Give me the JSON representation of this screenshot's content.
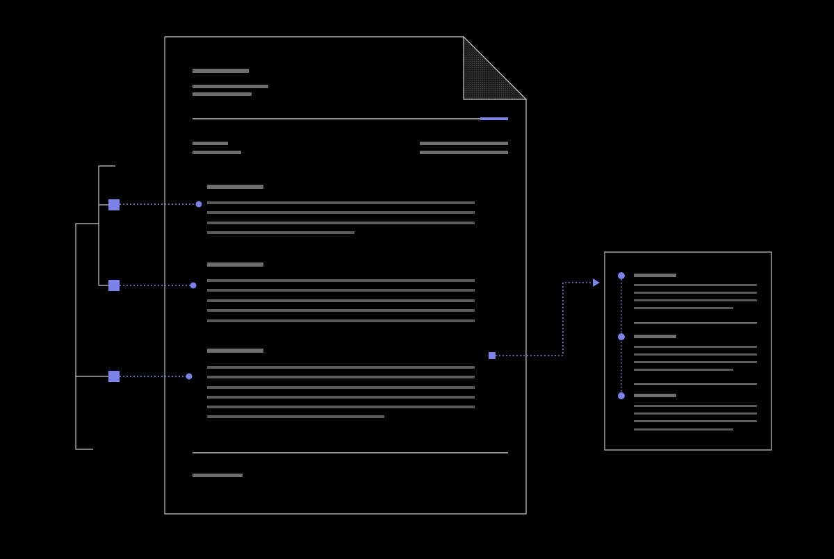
{
  "colors": {
    "background": "#000000",
    "outline": "#c8c8c8",
    "text_placeholder": "#6e6e6e",
    "accent": "#7b83eb",
    "fold_fill": "#2a2a2a"
  },
  "main_document": {
    "icon": "document-page-with-folded-corner",
    "sections": 3
  },
  "summary_document": {
    "icon": "outline-document",
    "items": 3
  },
  "connectors": {
    "style": "dotted",
    "left_markers": 3,
    "right_link": "arrow-right"
  }
}
